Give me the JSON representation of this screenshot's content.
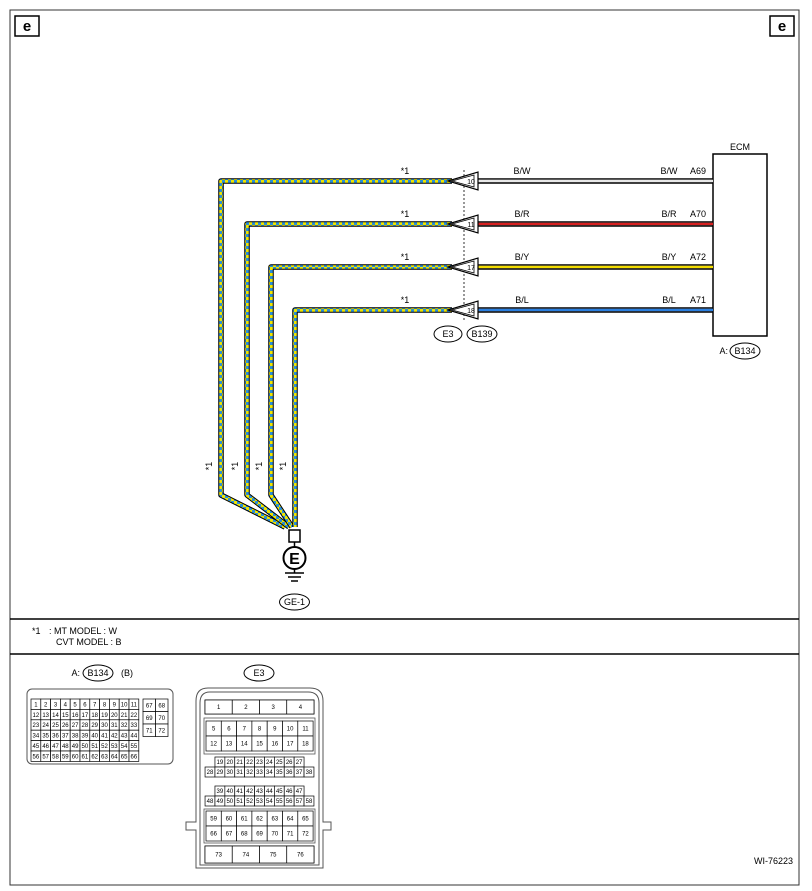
{
  "corner_marks": {
    "left": "e",
    "right": "e"
  },
  "ecm": {
    "title": "ECM",
    "connector_prefix": "A:",
    "connector_id": "B134"
  },
  "junction": {
    "connector_left": "E3",
    "connector_right": "B139"
  },
  "wires": [
    {
      "pin": "10",
      "color_left": "B/W",
      "color_right": "B/W",
      "ecm_terminal": "A69",
      "hex": "#e8e8e8",
      "note": "*1"
    },
    {
      "pin": "11",
      "color_left": "B/R",
      "color_right": "B/R",
      "ecm_terminal": "A70",
      "hex": "#d62020",
      "note": "*1"
    },
    {
      "pin": "17",
      "color_left": "B/Y",
      "color_right": "B/Y",
      "ecm_terminal": "A72",
      "hex": "#f2dc00",
      "note": "*1"
    },
    {
      "pin": "18",
      "color_left": "B/L",
      "color_right": "B/L",
      "ecm_terminal": "A71",
      "hex": "#2a7fe0",
      "note": "*1"
    }
  ],
  "ground": {
    "symbol": "E",
    "label": "GE-1"
  },
  "vertical_notes": [
    "*1",
    "*1",
    "*1",
    "*1"
  ],
  "legend": {
    "marker": "*1",
    "line1": ": MT MODEL : W",
    "line2": "CVT MODEL : B"
  },
  "connector_b134": {
    "prefix": "A:",
    "id": "B134",
    "suffix": "(B)",
    "rows": [
      [
        "1",
        "2",
        "3",
        "4",
        "5",
        "6",
        "7",
        "8",
        "9",
        "10",
        "11"
      ],
      [
        "12",
        "13",
        "14",
        "15",
        "16",
        "17",
        "18",
        "19",
        "20",
        "21",
        "22"
      ],
      [
        "23",
        "24",
        "25",
        "26",
        "27",
        "28",
        "29",
        "30",
        "31",
        "32",
        "33"
      ],
      [
        "34",
        "35",
        "36",
        "37",
        "38",
        "39",
        "40",
        "41",
        "42",
        "43",
        "44"
      ],
      [
        "45",
        "46",
        "47",
        "48",
        "49",
        "50",
        "51",
        "52",
        "53",
        "54",
        "55"
      ],
      [
        "56",
        "57",
        "58",
        "59",
        "60",
        "61",
        "62",
        "63",
        "64",
        "65",
        "66"
      ]
    ],
    "side_rows": [
      [
        "67",
        "68"
      ],
      [
        "69",
        "70"
      ],
      [
        "71",
        "72"
      ]
    ]
  },
  "connector_e3": {
    "id": "E3",
    "block1": [
      [
        "1",
        "2",
        "3",
        "4"
      ]
    ],
    "block2": [
      [
        "5",
        "6",
        "7",
        "8",
        "9",
        "10",
        "11"
      ],
      [
        "12",
        "13",
        "14",
        "15",
        "16",
        "17",
        "18"
      ]
    ],
    "block3": [
      [
        "19",
        "20",
        "21",
        "22",
        "23",
        "24",
        "25",
        "26",
        "27"
      ],
      [
        "28",
        "29",
        "30",
        "31",
        "32",
        "33",
        "34",
        "35",
        "36",
        "37",
        "38"
      ]
    ],
    "block4": [
      [
        "39",
        "40",
        "41",
        "42",
        "43",
        "44",
        "45",
        "46",
        "47"
      ],
      [
        "48",
        "49",
        "50",
        "51",
        "52",
        "53",
        "54",
        "55",
        "56",
        "57",
        "58"
      ]
    ],
    "block5": [
      [
        "59",
        "60",
        "61",
        "62",
        "63",
        "64",
        "65"
      ],
      [
        "66",
        "67",
        "68",
        "69",
        "70",
        "71",
        "72"
      ]
    ],
    "block6": [
      [
        "73",
        "74",
        "75",
        "76"
      ]
    ]
  },
  "figure_id": "WI-76223"
}
